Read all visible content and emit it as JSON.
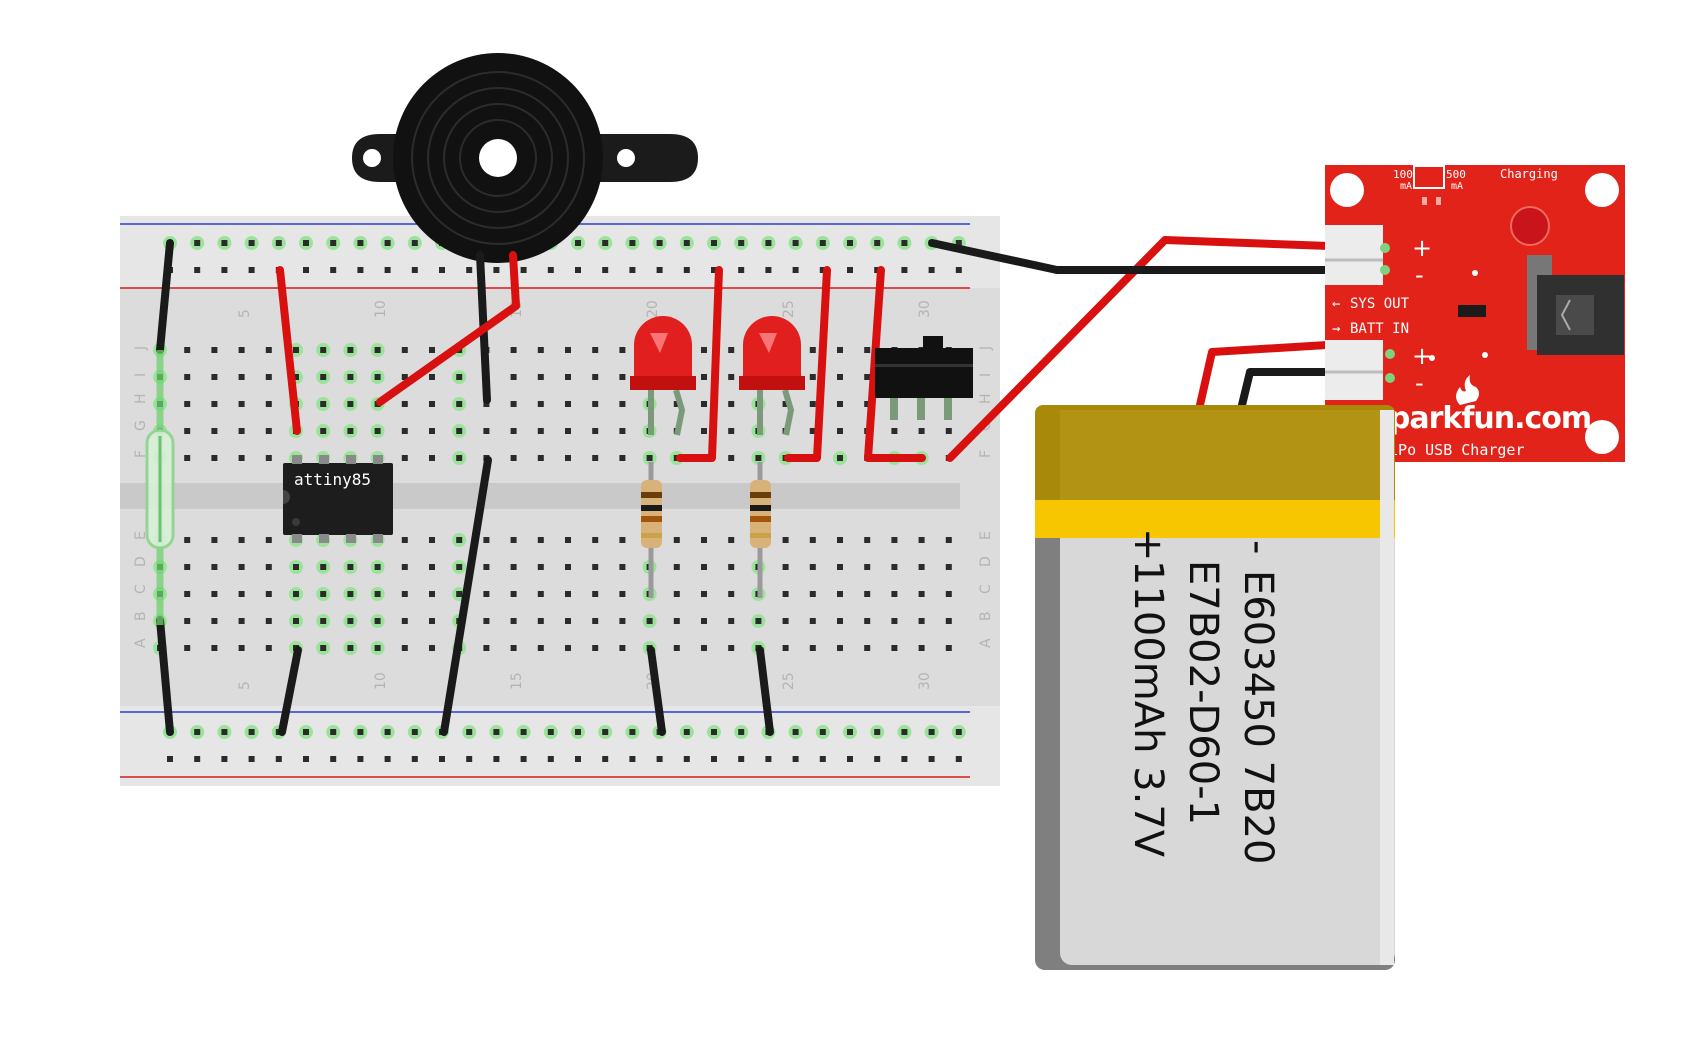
{
  "breadboard": {
    "column_numbers": [
      "5",
      "10",
      "15",
      "20",
      "25",
      "30"
    ],
    "row_letters_top": [
      "J",
      "I",
      "H",
      "G",
      "F"
    ],
    "row_letters_bottom": [
      "E",
      "D",
      "C",
      "B",
      "A"
    ]
  },
  "chip": {
    "label": "attiny85"
  },
  "charger": {
    "current_low": "100",
    "current_low_unit": "mA",
    "current_high": "500",
    "current_high_unit": "mA",
    "charging_label": "Charging",
    "sys_out_label": "SYS OUT",
    "batt_in_label": "BATT IN",
    "plus": "+",
    "minus": "-",
    "brand": "sparkfun.com",
    "product": "LiPo USB Charger"
  },
  "battery": {
    "minus": "-",
    "plus": "+",
    "line1": "E603450 7B20",
    "line2": "E7B02-D60-1",
    "line3": "1100mAh 3.7V"
  },
  "colors": {
    "red_wire": "#d8100f",
    "black_wire": "#1a1a1a",
    "sparkfun_red": "#e2231a",
    "battery_gold": "#a8890a",
    "battery_yellow": "#f7c600",
    "breadboard": "#dcdcdc"
  }
}
